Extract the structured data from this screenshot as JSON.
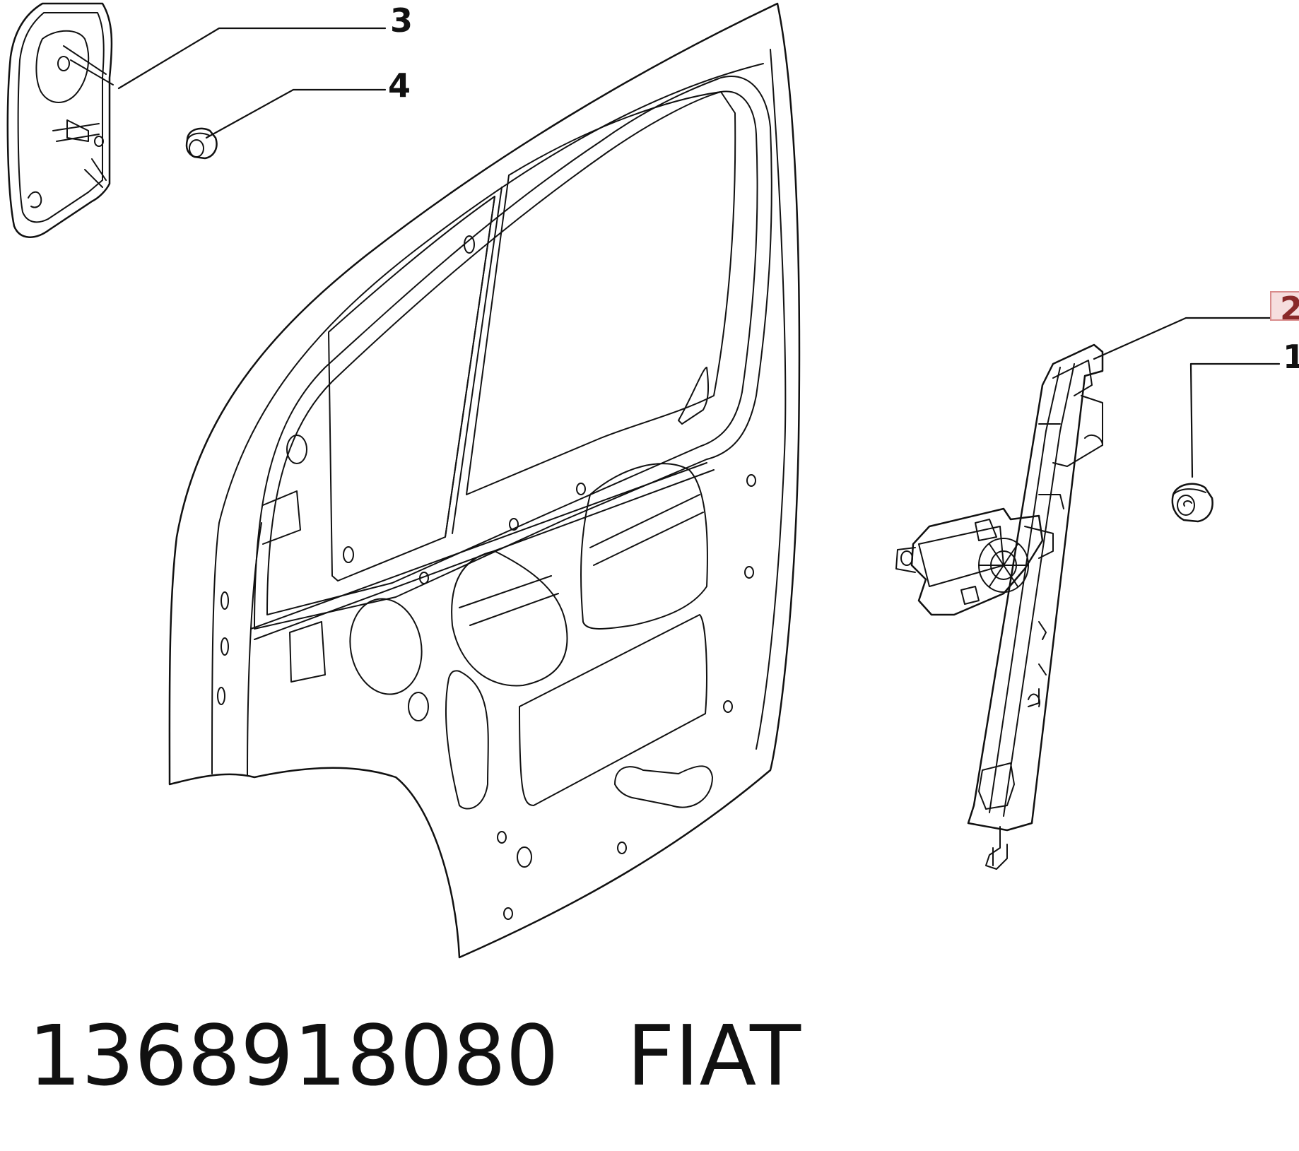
{
  "callouts": {
    "c1": "1",
    "c2": "2",
    "c3": "3",
    "c4": "4"
  },
  "footer": {
    "part_number": "1368918080",
    "brand": "FIAT"
  },
  "colors": {
    "line": "#111111",
    "highlight_fill": "#f6dede",
    "highlight_border": "#d98c8c"
  }
}
